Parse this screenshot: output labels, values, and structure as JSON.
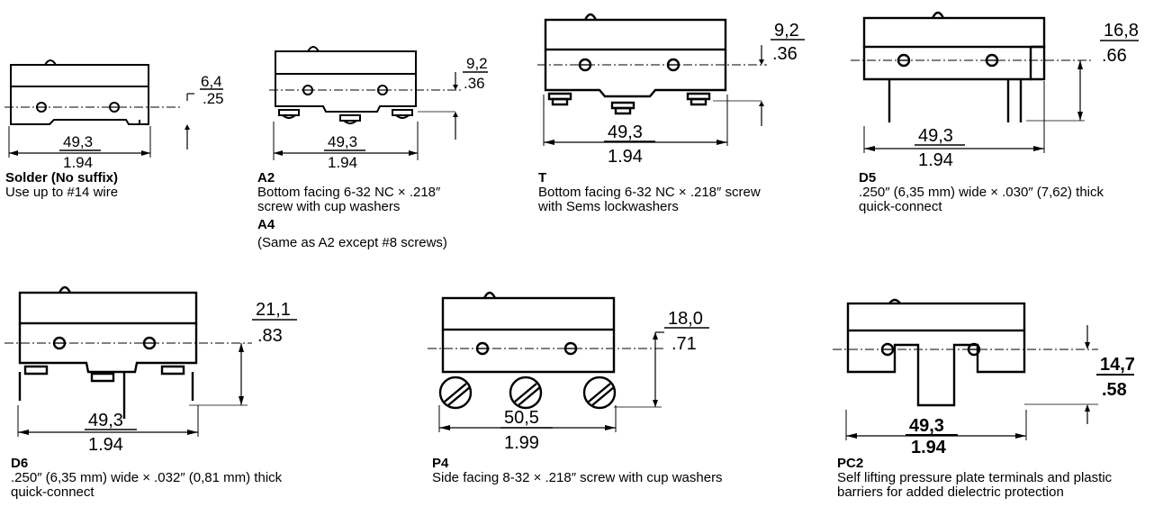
{
  "terminals": [
    {
      "code": "Solder (No suffix)",
      "desc": [
        "Use up to #14 wire"
      ],
      "width": [
        "49,3",
        "1.94"
      ],
      "height": [
        "6,4",
        ".25"
      ]
    },
    {
      "code": "A2",
      "desc": [
        "Bottom facing 6-32 NC × .218″",
        "screw with cup washers"
      ],
      "code2": "A4",
      "desc2": [
        "(Same as A2 except #8 screws)"
      ],
      "width": [
        "49,3",
        "1.94"
      ],
      "height": [
        "9,2",
        ".36"
      ]
    },
    {
      "code": "T",
      "desc": [
        "Bottom facing 6-32 NC × .218″ screw",
        "with Sems lockwashers"
      ],
      "width": [
        "49,3",
        "1.94"
      ],
      "height": [
        "9,2",
        ".36"
      ]
    },
    {
      "code": "D5",
      "desc": [
        ".250″ (6,35 mm) wide × .030″ (7,62) thick",
        "quick-connect"
      ],
      "width": [
        "49,3",
        "1.94"
      ],
      "height": [
        "16,8",
        ".66"
      ]
    },
    {
      "code": "D6",
      "desc": [
        ".250″ (6,35 mm) wide × .032″ (0,81 mm) thick",
        "quick-connect"
      ],
      "width": [
        "49,3",
        "1.94"
      ],
      "height": [
        "21,1",
        ".83"
      ]
    },
    {
      "code": "P4",
      "desc": [
        "Side facing 8-32 × .218″ screw with cup washers"
      ],
      "width": [
        "50,5",
        "1.99"
      ],
      "height": [
        "18,0",
        ".71"
      ]
    },
    {
      "code": "PC2",
      "desc": [
        "Self lifting pressure plate terminals and plastic",
        "barriers for added dielectric protection"
      ],
      "width": [
        "49,3",
        "1.94"
      ],
      "height": [
        "14,7",
        ".58"
      ]
    }
  ]
}
